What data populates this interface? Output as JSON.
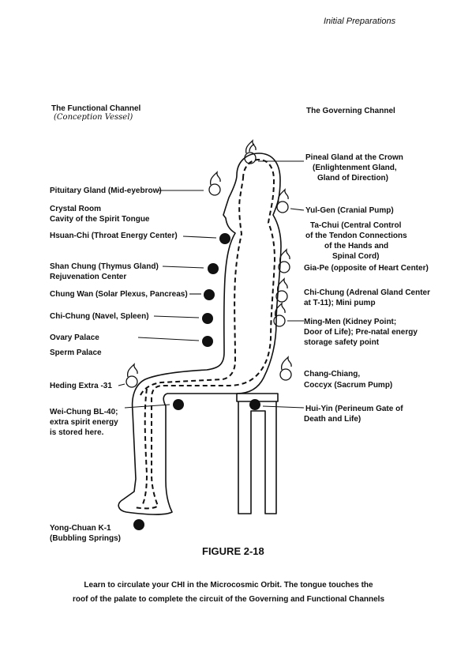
{
  "header": "Initial Preparations",
  "functional_title": "The Functional Channel",
  "functional_note": "(Conception Vessel)",
  "governing_title": "The Governing Channel",
  "left_labels": {
    "pituitary": "Pituitary Gland (Mid-eyebrow)",
    "crystal": "Crystal Room",
    "cavity": "Cavity of the Spirit Tongue",
    "hsuan": "Hsuan-Chi (Throat Energy Center)",
    "shan1": "Shan Chung (Thymus Gland)",
    "shan2": "Rejuvenation Center",
    "chungwan": "Chung Wan (Solar Plexus, Pancreas)",
    "chichung": "Chi-Chung (Navel, Spleen)",
    "ovary": "Ovary Palace",
    "sperm": "Sperm Palace",
    "heding": "Heding Extra -31",
    "wei1": "Wei-Chung BL-40;",
    "wei2": "extra spirit energy",
    "wei3": "is stored here.",
    "yong1": "Yong-Chuan K-1",
    "yong2": "(Bubbling Springs)"
  },
  "right_labels": {
    "pineal1": "Pineal Gland at the Crown",
    "pineal2": "(Enlightenment Gland,",
    "pineal3": "Gland of Direction)",
    "yulgen": "Yul-Gen (Cranial Pump)",
    "tachui1": "Ta-Chui (Central Control",
    "tachui2": "of the Tendon Connections",
    "tachui3": "of the Hands and",
    "tachui4": "Spinal Cord)",
    "giape": "Gia-Pe (opposite of Heart Center)",
    "chichung1": "Chi-Chung (Adrenal Gland Center",
    "chichung2": "at T-11); Mini pump",
    "mingmen1": "Ming-Men (Kidney Point;",
    "mingmen2": "Door of Life); Pre-natal energy",
    "mingmen3": "storage safety point",
    "chang1": "Chang-Chiang,",
    "chang2": "Coccyx (Sacrum Pump)",
    "huiyin1": "Hui-Yin (Perineum Gate of",
    "huiyin2": "Death and Life)"
  },
  "figure_label": "FIGURE 2-18",
  "caption_line1": "Learn to circulate your CHI in the Microcosmic Orbit. The tongue touches the",
  "caption_line2": "roof of the palate to complete the circuit of the Governing and Functional Channels"
}
